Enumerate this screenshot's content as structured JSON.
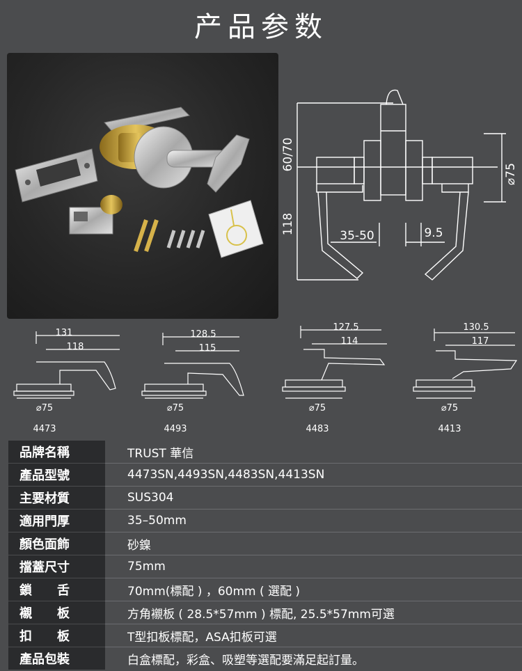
{
  "header": {
    "title": "产品参数"
  },
  "drawing": {
    "dim_backset": "60/70",
    "dim_projection": "118",
    "dim_door": "35-50",
    "dim_rose_gap": "9.5",
    "dim_rose_dia": "⌀75"
  },
  "variants": [
    {
      "overall": "131",
      "lever": "118",
      "rose": "⌀75",
      "model": "4473"
    },
    {
      "overall": "128.5",
      "lever": "115",
      "rose": "⌀75",
      "model": "4493"
    },
    {
      "overall": "127.5",
      "lever": "114",
      "rose": "⌀75",
      "model": "4483"
    },
    {
      "overall": "130.5",
      "lever": "117",
      "rose": "⌀75",
      "model": "4413"
    }
  ],
  "spec": [
    {
      "label": "品牌名稱",
      "value": "TRUST 華信"
    },
    {
      "label": "產品型號",
      "value": "4473SN,4493SN,4483SN,4413SN"
    },
    {
      "label": "主要材質",
      "value": "SUS304"
    },
    {
      "label": "適用門厚",
      "value": "35–50mm"
    },
    {
      "label": "顏色面飾",
      "value": "砂鎳"
    },
    {
      "label": "擋蓋尺寸",
      "value": "75mm"
    },
    {
      "label": "鎖　　舌",
      "value": "70mm(標配 ) ，60mm ( 選配 )"
    },
    {
      "label": "襯　　板",
      "value": "方角襯板 ( 28.5*57mm ) 標配, 25.5*57mm可選"
    },
    {
      "label": "扣　　板",
      "value": "T型扣板標配，ASA扣板可選"
    },
    {
      "label": "產品包裝",
      "value": "白盒標配，彩盒、吸塑等選配要滿足起訂量。"
    }
  ]
}
